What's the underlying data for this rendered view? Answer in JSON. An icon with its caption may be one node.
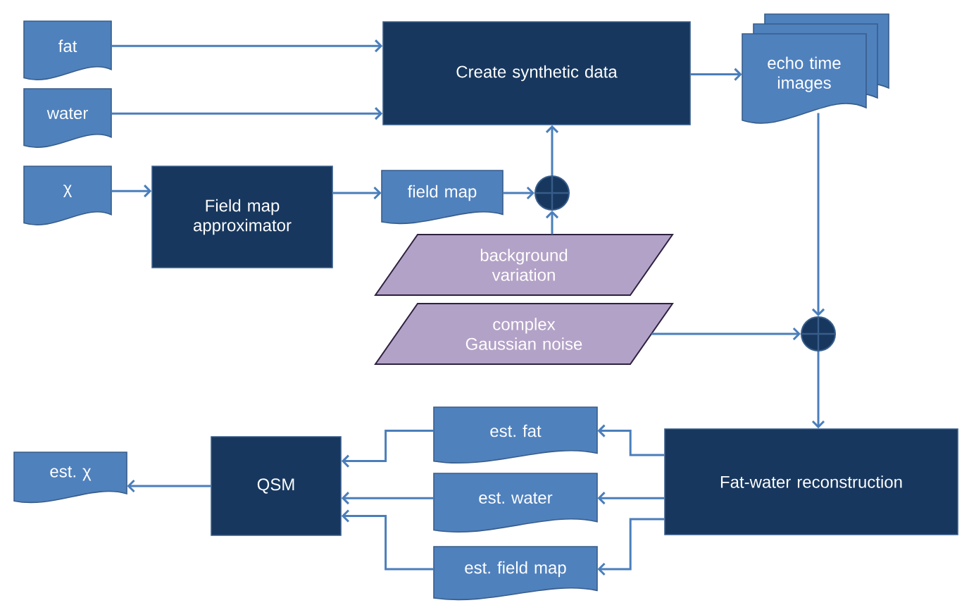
{
  "diagram": {
    "nodes": [
      {
        "text": [
          "fat"
        ]
      },
      {
        "text": [
          "water"
        ]
      },
      {
        "text": [
          "χ"
        ]
      },
      {
        "text": [
          "Field map approximator"
        ]
      },
      {
        "text": [
          "Create synthetic data"
        ]
      },
      {
        "text": [
          "echo time images"
        ]
      },
      {
        "text": [
          "field map"
        ]
      },
      {
        "text": [],
        "shape": "circle"
      },
      {
        "text": [
          "background variation"
        ]
      },
      {
        "text": [
          "complex Gaussian noise"
        ]
      },
      {
        "text": [],
        "shape": "circle"
      },
      {
        "text": [
          "Fat-water reconstruction"
        ]
      },
      {
        "text": [
          "est. fat"
        ]
      },
      {
        "text": [
          "est. water"
        ]
      },
      {
        "text": [
          "est. field map"
        ]
      },
      {
        "text": [
          "QSM"
        ]
      },
      {
        "text": [
          "est. χ"
        ]
      }
    ],
    "edges": [
      {
        "from": 0,
        "to": 4,
        "arrow": "to"
      },
      {
        "from": 1,
        "to": 4,
        "arrow": "to"
      },
      {
        "from": 2,
        "to": 3,
        "arrow": "to"
      },
      {
        "from": 3,
        "to": 6,
        "arrow": "to"
      },
      {
        "from": 6,
        "to": 7,
        "arrow": "to"
      },
      {
        "from": 8,
        "to": 7,
        "arrow": "to"
      },
      {
        "from": 7,
        "to": 4,
        "arrow": "to"
      },
      {
        "from": 4,
        "to": 5,
        "arrow": "to"
      },
      {
        "from": 5,
        "to": 10,
        "arrow": "to"
      },
      {
        "from": 9,
        "to": 10,
        "arrow": "to"
      },
      {
        "from": 10,
        "to": 11,
        "arrow": "to"
      },
      {
        "from": 11,
        "to": 12,
        "arrow": "to"
      },
      {
        "from": 11,
        "to": 13,
        "arrow": "to"
      },
      {
        "from": 11,
        "to": 14,
        "arrow": "to"
      },
      {
        "from": 12,
        "to": 15,
        "arrow": "to"
      },
      {
        "from": 13,
        "to": 15,
        "arrow": "to"
      },
      {
        "from": 14,
        "to": 15,
        "arrow": "to"
      },
      {
        "from": 15,
        "to": 16,
        "arrow": "to"
      }
    ]
  }
}
